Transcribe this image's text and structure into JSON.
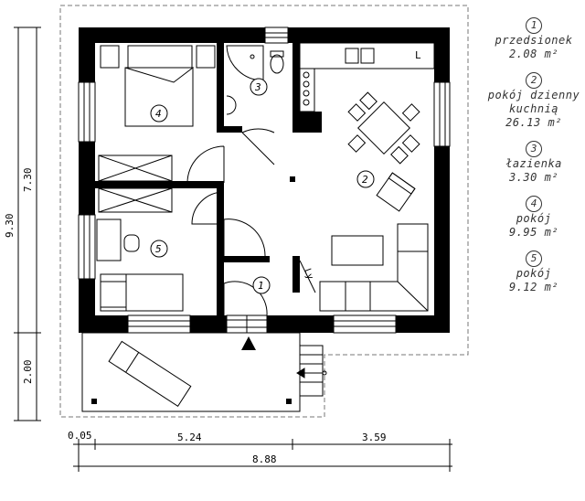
{
  "rooms": [
    {
      "id": "1",
      "name_lines": [
        "przedsionek"
      ],
      "area": "2.08 m²"
    },
    {
      "id": "2",
      "name_lines": [
        "pokój dzienny",
        "kuchnią"
      ],
      "area": "26.13 m²"
    },
    {
      "id": "3",
      "name_lines": [
        "łazienka"
      ],
      "area": "3.30 m²"
    },
    {
      "id": "4",
      "name_lines": [
        "pokój"
      ],
      "area": "9.95 m²"
    },
    {
      "id": "5",
      "name_lines": [
        "pokój"
      ],
      "area": "9.12 m²"
    }
  ],
  "dimensions": {
    "left_total": "9.30",
    "left_house": "7.30",
    "left_terrace": "2.00",
    "bottom_small": "0.05",
    "bottom_left": "5.24",
    "bottom_right": "3.59",
    "bottom_total": "8.88"
  },
  "labels": {
    "fridge": "L",
    "stair_mark": "Ly"
  }
}
